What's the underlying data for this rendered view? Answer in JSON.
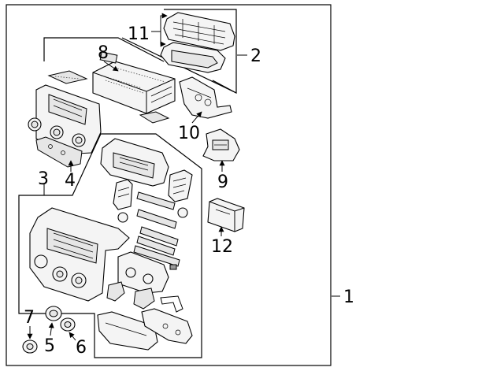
{
  "callouts": [
    {
      "id": "1",
      "text": "1"
    },
    {
      "id": "2",
      "text": "2"
    },
    {
      "id": "3",
      "text": "3"
    },
    {
      "id": "4",
      "text": "4"
    },
    {
      "id": "5",
      "text": "5"
    },
    {
      "id": "6",
      "text": "6"
    },
    {
      "id": "7",
      "text": "7"
    },
    {
      "id": "8",
      "text": "8"
    },
    {
      "id": "9",
      "text": "9"
    },
    {
      "id": "10",
      "text": "10"
    },
    {
      "id": "11",
      "text": "11"
    },
    {
      "id": "12",
      "text": "12"
    }
  ]
}
